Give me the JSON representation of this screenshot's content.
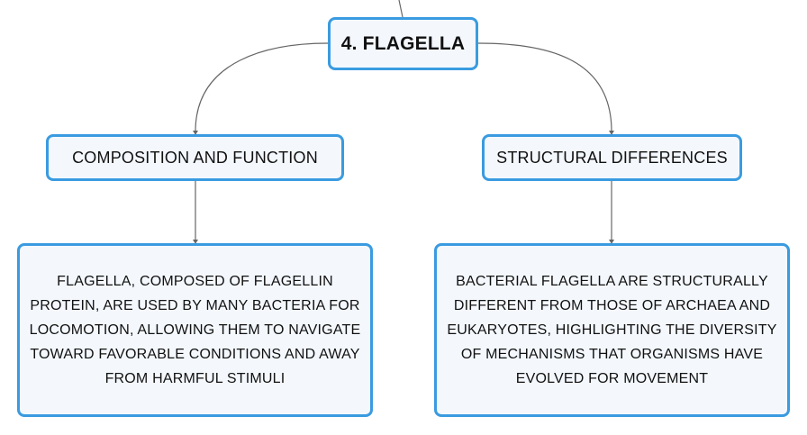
{
  "root": {
    "label": "4. FLAGELLA"
  },
  "branches": [
    {
      "topic": "COMPOSITION AND FUNCTION",
      "detail": "FLAGELLA, COMPOSED OF FLAGELLIN PROTEIN, ARE USED BY MANY BACTERIA FOR LOCOMOTION, ALLOWING THEM TO NAVIGATE TOWARD FAVORABLE CONDITIONS AND AWAY FROM HARMFUL STIMULI"
    },
    {
      "topic": "STRUCTURAL DIFFERENCES",
      "detail": "BACTERIAL FLAGELLA ARE STRUCTURALLY DIFFERENT FROM THOSE OF ARCHAEA AND EUKARYOTES, HIGHLIGHTING THE DIVERSITY OF MECHANISMS THAT ORGANISMS HAVE EVOLVED FOR MOVEMENT"
    }
  ],
  "colors": {
    "node_border": "#3a9be0",
    "node_fill": "#f4f8fd",
    "connector": "#666666",
    "text": "#111111"
  }
}
